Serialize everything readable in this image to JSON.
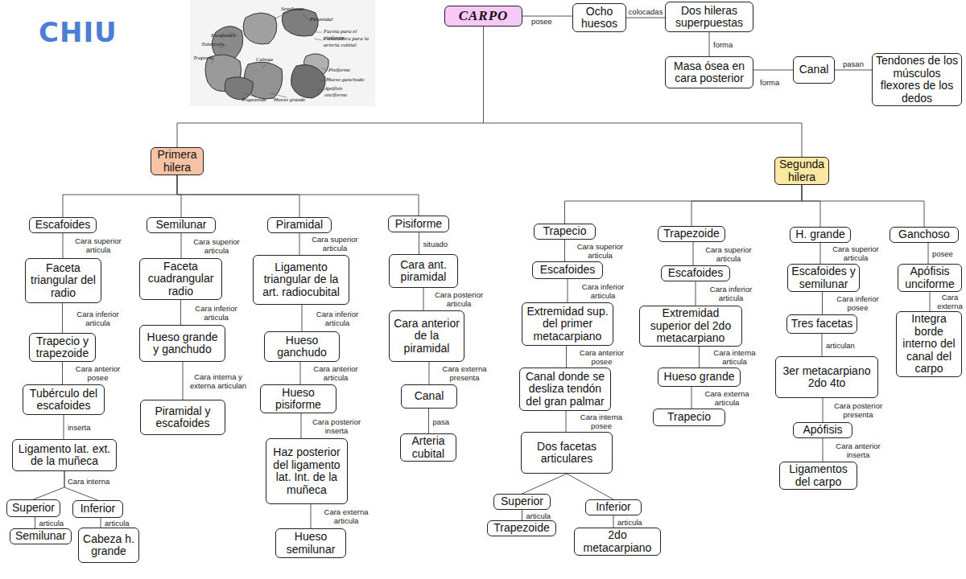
{
  "diagram": {
    "nodes": [
      {
        "text": [
          "CARPO"
        ]
      },
      {
        "text": [
          "Ocho huesos"
        ]
      },
      {
        "text": [
          "Dos hileras superpuestas"
        ]
      },
      {
        "text": [
          "Masa ósea en cara posterior"
        ]
      },
      {
        "text": [
          "Canal"
        ]
      },
      {
        "text": [
          "Tendones de los músculos flexores de los dedos"
        ]
      },
      {
        "text": [
          "Primera hilera"
        ]
      },
      {
        "text": [
          "Segunda hilera"
        ]
      },
      {
        "text": [
          "Escafoides"
        ]
      },
      {
        "text": [
          "Faceta triangular del radio"
        ]
      },
      {
        "text": [
          "Trapecio y trapezoide"
        ]
      },
      {
        "text": [
          "Tubérculo del escafoides"
        ]
      },
      {
        "text": [
          "Ligamento lat. ext. de la muñeca"
        ]
      },
      {
        "text": [
          "Superior"
        ]
      },
      {
        "text": [
          "Semilunar"
        ]
      },
      {
        "text": [
          "Inferior"
        ]
      },
      {
        "text": [
          "Cabeza h. grande"
        ]
      },
      {
        "text": [
          "Semilunar"
        ]
      },
      {
        "text": [
          "Faceta cuadrangular radio"
        ]
      },
      {
        "text": [
          "Hueso grande y ganchudo"
        ]
      },
      {
        "text": [
          "Piramidal y escafoides"
        ]
      },
      {
        "text": [
          "Piramidal"
        ]
      },
      {
        "text": [
          "Ligamento triangular de la art. radiocubital"
        ]
      },
      {
        "text": [
          "Hueso ganchudo"
        ]
      },
      {
        "text": [
          "Hueso pisiforme"
        ]
      },
      {
        "text": [
          "Haz posterior del ligamento lat. Int. de la muñeca"
        ]
      },
      {
        "text": [
          "Hueso semilunar"
        ]
      },
      {
        "text": [
          "Pisiforme"
        ]
      },
      {
        "text": [
          "Cara ant. piramidal"
        ]
      },
      {
        "text": [
          "Cara anterior de la piramidal"
        ]
      },
      {
        "text": [
          "Canal"
        ]
      },
      {
        "text": [
          "Arteria cubital"
        ]
      },
      {
        "text": [
          "Trapecio"
        ]
      },
      {
        "text": [
          "Escafoides"
        ]
      },
      {
        "text": [
          "Extremidad sup. del primer metacarpiano"
        ]
      },
      {
        "text": [
          "Canal donde se desliza tendón del gran palmar"
        ]
      },
      {
        "text": [
          "Dos facetas articulares"
        ]
      },
      {
        "text": [
          "Superior"
        ]
      },
      {
        "text": [
          "Trapezoide"
        ]
      },
      {
        "text": [
          "Inferior"
        ]
      },
      {
        "text": [
          "2do metacarpiano"
        ]
      },
      {
        "text": [
          "Trapezoide"
        ]
      },
      {
        "text": [
          "Escafoides"
        ]
      },
      {
        "text": [
          "Extremidad superior del 2do metacarpiano"
        ]
      },
      {
        "text": [
          "Hueso grande"
        ]
      },
      {
        "text": [
          "Trapecio"
        ]
      },
      {
        "text": [
          "H. grande"
        ]
      },
      {
        "text": [
          "Escafoides y semilunar"
        ]
      },
      {
        "text": [
          "Tres facetas"
        ]
      },
      {
        "text": [
          "3er metacarpiano 2do 4to"
        ]
      },
      {
        "text": [
          "Apófisis"
        ]
      },
      {
        "text": [
          "Ligamentos del carpo"
        ]
      },
      {
        "text": [
          "Ganchoso"
        ]
      },
      {
        "text": [
          "Apófisis unciforme"
        ]
      },
      {
        "text": [
          "Integra borde interno del canal del carpo"
        ]
      }
    ],
    "edges": [
      {
        "from": 0,
        "to": 1,
        "label": "posee",
        "arrow": "none"
      },
      {
        "from": 1,
        "to": 2,
        "label": "colocadas",
        "arrow": "none"
      },
      {
        "from": 2,
        "to": 3,
        "label": "forma",
        "arrow": "none"
      },
      {
        "from": 3,
        "to": 4,
        "label": "forma",
        "arrow": "none"
      },
      {
        "from": 4,
        "to": 5,
        "label": "pasan",
        "arrow": "none"
      },
      {
        "from": 0,
        "to": 6,
        "arrow": "none"
      },
      {
        "from": 0,
        "to": 7,
        "arrow": "none"
      },
      {
        "from": 6,
        "to": 8,
        "arrow": "none"
      },
      {
        "from": 6,
        "to": 17,
        "arrow": "none"
      },
      {
        "from": 6,
        "to": 21,
        "arrow": "none"
      },
      {
        "from": 6,
        "to": 27,
        "arrow": "none"
      },
      {
        "from": 7,
        "to": 32,
        "arrow": "none"
      },
      {
        "from": 7,
        "to": 41,
        "arrow": "none"
      },
      {
        "from": 7,
        "to": 46,
        "arrow": "none"
      },
      {
        "from": 7,
        "to": 52,
        "arrow": "none"
      },
      {
        "from": 8,
        "to": 9,
        "label": "Cara superior articula",
        "arrow": "none"
      },
      {
        "from": 9,
        "to": 10,
        "label": "Cara inferior articula",
        "arrow": "none"
      },
      {
        "from": 10,
        "to": 11,
        "label": "Cara anterior posee",
        "arrow": "none"
      },
      {
        "from": 11,
        "to": 12,
        "label": "inserta",
        "arrow": "none"
      },
      {
        "from": 12,
        "to": 13,
        "label": "Cara interna",
        "arrow": "none"
      },
      {
        "from": 12,
        "to": 15,
        "arrow": "none"
      },
      {
        "from": 13,
        "to": 14,
        "label": "articula",
        "arrow": "none"
      },
      {
        "from": 15,
        "to": 16,
        "label": "articula",
        "arrow": "none"
      },
      {
        "from": 17,
        "to": 18,
        "label": "Cara superior articula",
        "arrow": "none"
      },
      {
        "from": 18,
        "to": 19,
        "label": "Cara inferior articula",
        "arrow": "none"
      },
      {
        "from": 19,
        "to": 20,
        "label": "Cara interna y externa articulan",
        "arrow": "none"
      },
      {
        "from": 21,
        "to": 22,
        "label": "Cara superior articula",
        "arrow": "none"
      },
      {
        "from": 22,
        "to": 23,
        "label": "Cara inferior articula",
        "arrow": "none"
      },
      {
        "from": 23,
        "to": 24,
        "label": "Cara anterior articula",
        "arrow": "none"
      },
      {
        "from": 24,
        "to": 25,
        "label": "Cara posterior inserta",
        "arrow": "none"
      },
      {
        "from": 25,
        "to": 26,
        "label": "Cara externa articula",
        "arrow": "none"
      },
      {
        "from": 27,
        "to": 28,
        "label": "situado",
        "arrow": "none"
      },
      {
        "from": 28,
        "to": 29,
        "label": "Cara posterior articula",
        "arrow": "none"
      },
      {
        "from": 29,
        "to": 30,
        "label": "Cara externa presenta",
        "arrow": "none"
      },
      {
        "from": 30,
        "to": 31,
        "label": "pasa",
        "arrow": "none"
      },
      {
        "from": 32,
        "to": 33,
        "label": "Cara superior articula",
        "arrow": "none"
      },
      {
        "from": 33,
        "to": 34,
        "label": "Cara inferior articula",
        "arrow": "none"
      },
      {
        "from": 34,
        "to": 35,
        "label": "Cara anterior posee",
        "arrow": "none"
      },
      {
        "from": 35,
        "to": 36,
        "label": "Cara interna posee",
        "arrow": "none"
      },
      {
        "from": 36,
        "to": 37,
        "arrow": "none"
      },
      {
        "from": 36,
        "to": 39,
        "arrow": "none"
      },
      {
        "from": 37,
        "to": 38,
        "label": "articula",
        "arrow": "none"
      },
      {
        "from": 39,
        "to": 40,
        "label": "articula",
        "arrow": "none"
      },
      {
        "from": 41,
        "to": 42,
        "label": "Cara superior articula",
        "arrow": "none"
      },
      {
        "from": 42,
        "to": 43,
        "label": "Cara inferior articula",
        "arrow": "none"
      },
      {
        "from": 43,
        "to": 44,
        "label": "Cara interna articula",
        "arrow": "none"
      },
      {
        "from": 44,
        "to": 45,
        "label": "Cara externa articula",
        "arrow": "none"
      },
      {
        "from": 46,
        "to": 47,
        "label": "Cara superior articula",
        "arrow": "none"
      },
      {
        "from": 47,
        "to": 48,
        "label": "Cara inferior posee",
        "arrow": "none"
      },
      {
        "from": 48,
        "to": 49,
        "label": "articulan",
        "arrow": "none"
      },
      {
        "from": 49,
        "to": 50,
        "label": "Cara posterior presenta",
        "arrow": "none"
      },
      {
        "from": 50,
        "to": 51,
        "label": "Cara anterior inserta",
        "arrow": "none"
      },
      {
        "from": 52,
        "to": 53,
        "label": "posee",
        "arrow": "none"
      },
      {
        "from": 53,
        "to": 54,
        "label": "Cara externa",
        "arrow": "none"
      }
    ],
    "labels": [
      "CHIU",
      "Semilunar",
      "Piramidal",
      "Faceta para el pisiforme",
      "Canaladura para la arteria cubital",
      "Escafoides",
      "Tubérculo",
      "Trapecio",
      "Cabeza",
      "Pisiforme",
      "Hueso ganchudo",
      "Apófisis unciforme",
      "Trapezoide",
      "Hueso grande"
    ]
  }
}
